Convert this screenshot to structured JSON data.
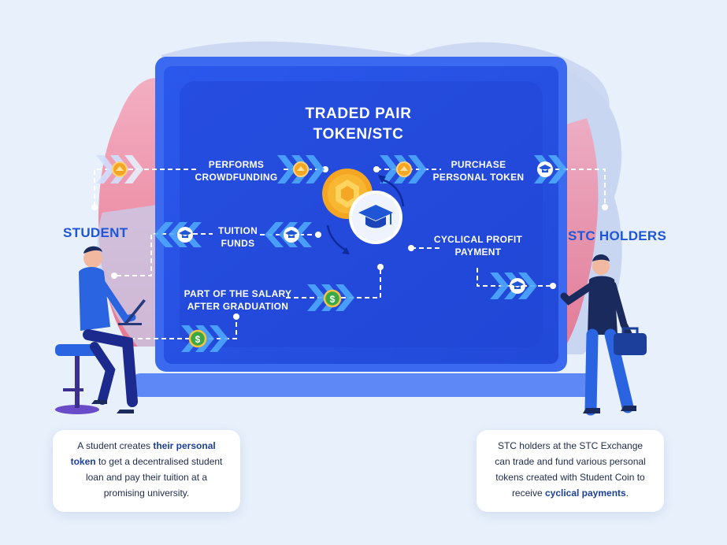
{
  "title": {
    "line1": "TRADED PAIR",
    "line2": "TOKEN/STC"
  },
  "roles": {
    "student": "STUDENT",
    "holders": "STC HOLDERS"
  },
  "flows": {
    "crowdfunding": {
      "line1": "PERFORMS",
      "line2": "CROWDFUNDING"
    },
    "purchase": {
      "line1": "PURCHASE",
      "line2": "PERSONAL TOKEN"
    },
    "tuition": {
      "line1": "TUITION",
      "line2": "FUNDS"
    },
    "profit": {
      "line1": "CYCLICAL PROFIT",
      "line2": "PAYMENT"
    },
    "salary": {
      "line1": "PART OF THE SALARY",
      "line2": "AFTER GRADUATION"
    }
  },
  "cards": {
    "student": {
      "pre": "A student creates ",
      "bold": "their personal token",
      "post": " to get a decentralised student loan and pay their tuition at a promising university."
    },
    "holders": {
      "pre": "STC holders at the STC Exchange can trade and fund various personal tokens created with Student Coin to receive ",
      "bold": "cyclical payments",
      "post": "."
    }
  },
  "icons": {
    "coin": "token-coin-icon",
    "cap": "graduation-cap-icon",
    "dollar": "dollar-coin-icon",
    "central": "stc-logo-icon"
  },
  "colors": {
    "screen": "#2a55e6",
    "frame": "#3b6af0",
    "accent_blue": "#1f56d6",
    "coin_gold": "#f5a623",
    "dollar_green": "#3aa845",
    "blob_pink": "#f07a9a"
  }
}
